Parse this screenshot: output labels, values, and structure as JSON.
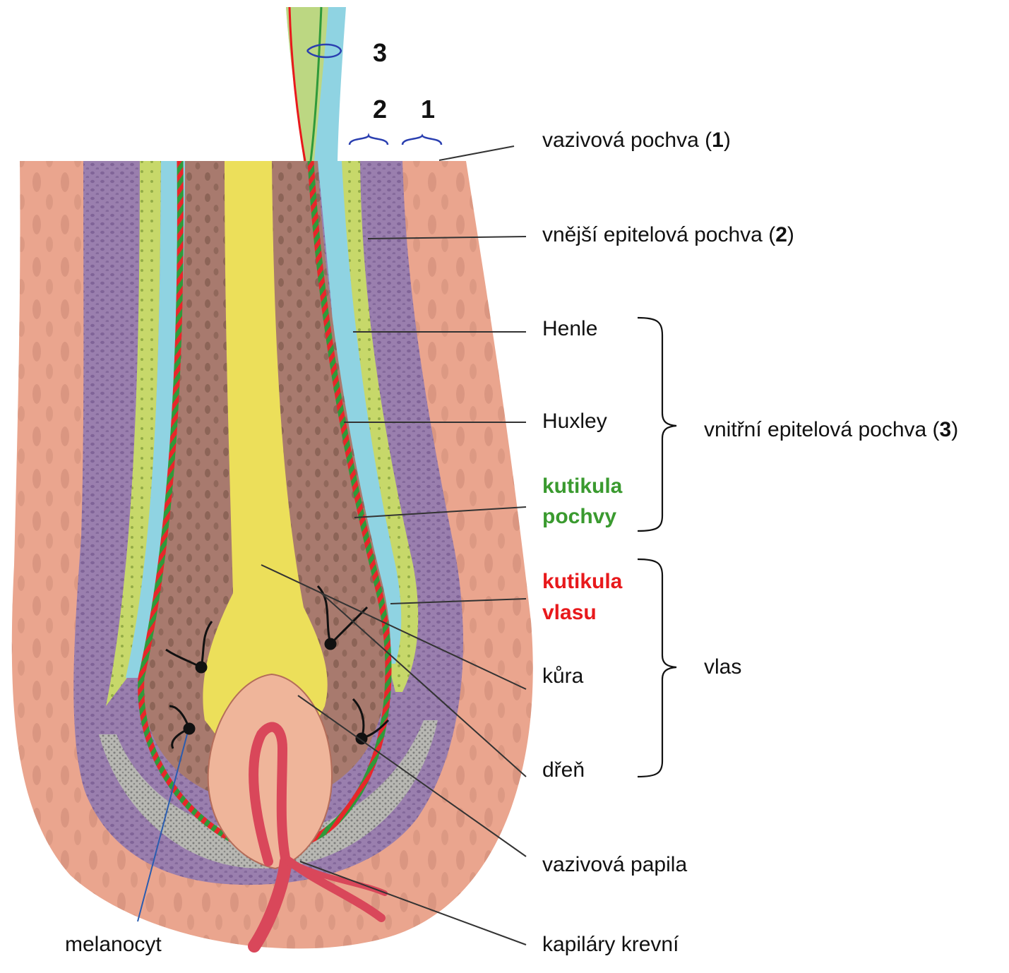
{
  "numbers": {
    "n1": "1",
    "n2": "2",
    "n3": "3"
  },
  "labels": {
    "fibrous_sheath": {
      "text": "vazivová pochva (",
      "num": "1",
      "close": ")"
    },
    "outer_epithelial_sheath": {
      "text": "vnější epitelová pochva (",
      "num": "2",
      "close": ")"
    },
    "henle": "Henle",
    "huxley": "Huxley",
    "sheath_cuticle": {
      "line1": "kutikula",
      "line2": "pochvy",
      "color": "#3a9a2f"
    },
    "inner_epithelial_sheath": {
      "text": "vnitřní epitelová pochva (",
      "num": "3",
      "close": ")"
    },
    "hair_cuticle": {
      "line1": "kutikula",
      "line2": "vlasu",
      "color": "#e8191c"
    },
    "cortex": "kůra",
    "hair": "vlas",
    "medulla": "dřeň",
    "dermal_papilla": "vazivová papila",
    "melanocyte": "melanocyt",
    "blood_capillaries": "kapiláry krevní"
  },
  "colors": {
    "dermis": "#eaa58e",
    "outer_sheath": "#9a7fae",
    "henle": "#c7d86a",
    "huxley": "#8fd3e2",
    "cortex": "#a87a6e",
    "medulla": "#ecdf5a",
    "papilla": "#efb59a",
    "capillary": "#d9475a",
    "matrix": "#b8b8b3"
  }
}
